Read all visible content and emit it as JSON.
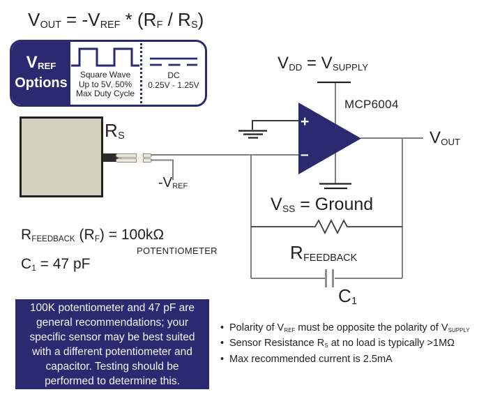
{
  "colors": {
    "navy": "#2b2a70",
    "wire_gray": "#808080",
    "ink": "#231f20",
    "sensor_fill": "#d5cfc0",
    "white": "#ffffff"
  },
  "icons": {
    "square_wave": "square-wave-icon",
    "dc": "dc-icon",
    "ground": "ground-symbol",
    "resistor": "resistor-symbol",
    "capacitor": "capacitor-symbol",
    "bullet": "•"
  },
  "formula": {
    "segments": [
      {
        "t": "V"
      },
      {
        "t": "OUT",
        "sub": true
      },
      {
        "t": " = -V"
      },
      {
        "t": "REF",
        "sub": true
      },
      {
        "t": " * (R"
      },
      {
        "t": "F",
        "sub": true
      },
      {
        "t": " / R"
      },
      {
        "t": "S",
        "sub": true
      },
      {
        "t": ")"
      }
    ]
  },
  "vref_options": {
    "title_segments": [
      {
        "t": "V"
      },
      {
        "t": "REF",
        "sub": true
      }
    ],
    "subtitle": "Options",
    "square_wave_lines": [
      "Square Wave",
      "Up to 5V, 50%",
      "Max Duty Cycle"
    ],
    "dc_lines": [
      "DC",
      "0.25V - 1.25V"
    ]
  },
  "circuit": {
    "sensor_label": [
      {
        "t": "R"
      },
      {
        "t": "S",
        "sub": true
      }
    ],
    "neg_vref_label": [
      {
        "t": "-V"
      },
      {
        "t": "REF",
        "sub": true
      }
    ],
    "vdd_label": [
      {
        "t": "V"
      },
      {
        "t": "DD",
        "sub": true
      },
      {
        "t": " = V"
      },
      {
        "t": "SUPPLY",
        "sub": true
      }
    ],
    "opamp_part": "MCP6004",
    "plus_label": "+",
    "minus_label": "–",
    "vout_label": [
      {
        "t": "V"
      },
      {
        "t": "OUT",
        "sub": true
      }
    ],
    "vss_label": [
      {
        "t": "V"
      },
      {
        "t": "SS",
        "sub": true
      },
      {
        "t": " = Ground"
      }
    ],
    "rfeedback_label": [
      {
        "t": "R"
      },
      {
        "t": "FEEDBACK",
        "sub": true
      }
    ],
    "c1_label": [
      {
        "t": "C"
      },
      {
        "t": "1",
        "sub": true
      }
    ]
  },
  "specs": {
    "rf_line": [
      {
        "t": "R"
      },
      {
        "t": "FEEDBACK",
        "sub": true
      },
      {
        "t": " (R"
      },
      {
        "t": "F",
        "sub": true
      },
      {
        "t": ") = 100kΩ"
      }
    ],
    "potentiometer": "POTENTIOMETER",
    "c1_line": [
      {
        "t": "C"
      },
      {
        "t": "1",
        "sub": true
      },
      {
        "t": " = 47 pF"
      }
    ]
  },
  "note_box": {
    "lines": [
      "100K potentiometer and 47 pF are",
      "general recommendations; your",
      "specific sensor may be best suited",
      "with a different potentiometer and",
      "capacitor. Testing should be",
      "performed to determine this."
    ]
  },
  "bullets": [
    {
      "segments": [
        {
          "t": "Polarity of V"
        },
        {
          "t": "REF",
          "sub": true
        },
        {
          "t": " must be opposite the polarity of V"
        },
        {
          "t": "SUPPLY",
          "sub": true
        }
      ]
    },
    {
      "segments": [
        {
          "t": "Sensor Resistance R"
        },
        {
          "t": "S",
          "sub": true
        },
        {
          "t": " at no load is typically >1MΩ"
        }
      ]
    },
    {
      "segments": [
        {
          "t": "Max recommended current is 2.5mA"
        }
      ]
    }
  ]
}
